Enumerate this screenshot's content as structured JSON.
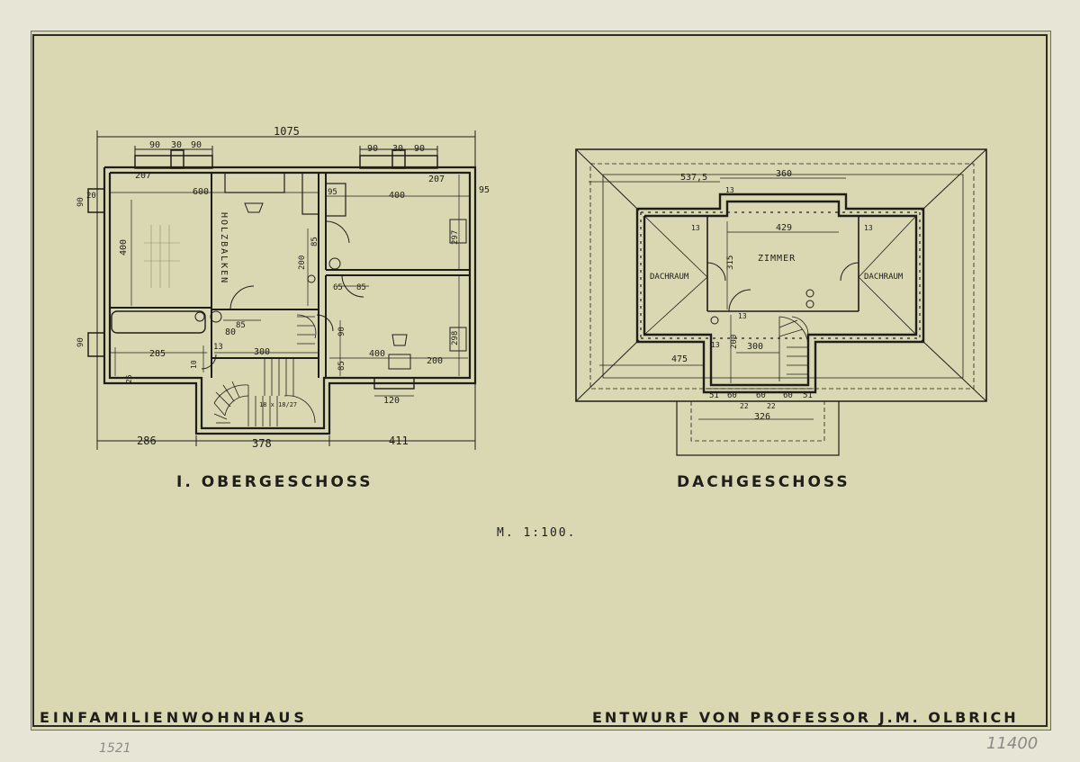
{
  "plan_left": {
    "title": "I. OBERGESCHOSS",
    "overall_width": "1075",
    "rooms": [
      "HOLZBALKEN"
    ],
    "dims": {
      "top_a": [
        "90",
        "30",
        "90"
      ],
      "top_b": [
        "90",
        "30",
        "90"
      ],
      "d207a": "207",
      "d207b": "207",
      "d600": "600",
      "d400a": "400",
      "d400b": "400",
      "d400c": "400",
      "d95a": "95",
      "d95b": "95",
      "d20": "20",
      "d90a": "90",
      "d90b": "90",
      "d90c": "90",
      "d85a": "85",
      "d85b": "85",
      "d85c": "85",
      "d85d": "85",
      "d65": "65",
      "d80": "80",
      "d13": "13",
      "d300": "300",
      "d285": "285",
      "d200": "200",
      "d297": "297",
      "d298": "298",
      "d120": "120",
      "d10": "10",
      "d25": "25",
      "stairs": "18 x 18/27",
      "bottom": [
        "286",
        "378",
        "411"
      ]
    }
  },
  "plan_right": {
    "title": "DACHGESCHOSS",
    "rooms": [
      "ZIMMER",
      "DACHRAUM",
      "DACHRAUM"
    ],
    "dims": {
      "d5375": "537,5",
      "d360": "360",
      "d13a": "13",
      "d13b": "13",
      "d13c": "13",
      "d13d": "13",
      "d13e": "13",
      "d429": "429",
      "d315": "315",
      "d200": "200",
      "d300": "300",
      "d475": "475",
      "bottom_row": [
        "51",
        "60",
        "60",
        "60",
        "51"
      ],
      "d22a": "22",
      "d22b": "22",
      "d326": "326"
    }
  },
  "scale": "M. 1:100.",
  "footer_left": "EINFAMILIENWOHNHAUS",
  "footer_right": "ENTWURF VON PROFESSOR J.M. OLBRICH",
  "pencil_left": "1521",
  "pencil_right": "11400"
}
